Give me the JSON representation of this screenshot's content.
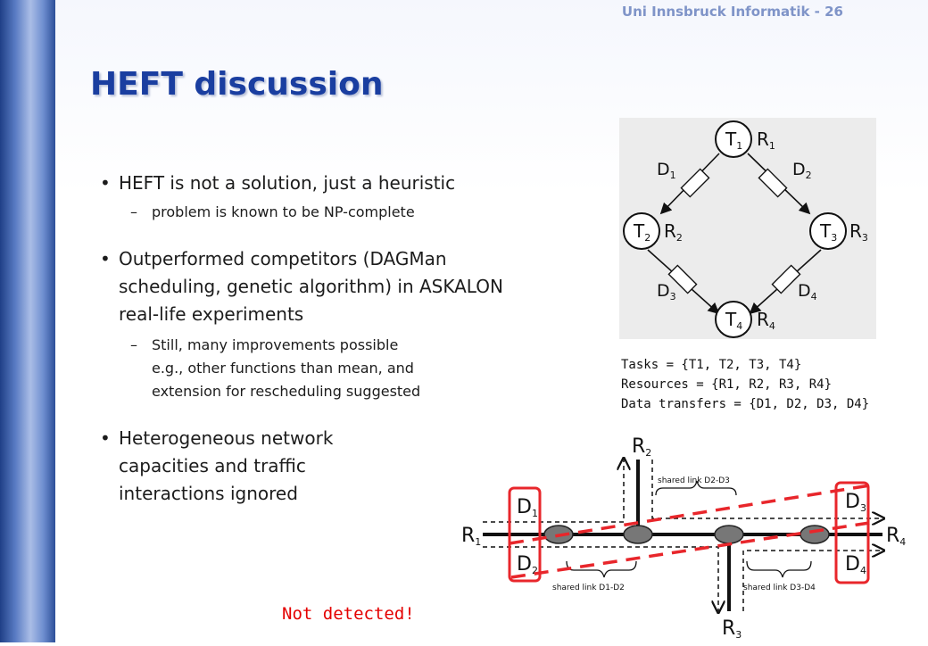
{
  "header": {
    "note": "Uni Innsbruck Informatik - 26"
  },
  "slide": {
    "title": "HEFT discussion",
    "bullets": [
      {
        "lines": [
          "HEFT is not a solution, just a heuristic"
        ],
        "sub": [
          {
            "lines": [
              "problem is known to be NP-complete"
            ]
          }
        ]
      },
      {
        "lines": [
          "Outperformed competitors (DAGMan",
          "scheduling, genetic algorithm) in ASKALON",
          "real-life experiments"
        ],
        "sub": [
          {
            "lines": [
              "Still, many improvements possible",
              "e.g., other functions than mean, and",
              "extension for rescheduling suggested"
            ]
          }
        ]
      },
      {
        "lines": [
          "Heterogeneous network",
          "capacities and traffic",
          "interactions ignored"
        ],
        "sub": []
      }
    ]
  },
  "task_info": {
    "lines": [
      "Tasks = {T1, T2, T3, T4}",
      "Resources = {R1, R2, R3, R4}",
      "Data transfers = {D1, D2, D3, D4}"
    ]
  },
  "annotation": {
    "text": "Not detected!",
    "color": "#e40000"
  },
  "workflow_diagram": {
    "nodes": [
      {
        "task": "T",
        "task_sub": "1",
        "res": "R",
        "res_sub": "1"
      },
      {
        "task": "T",
        "task_sub": "2",
        "res": "R",
        "res_sub": "2"
      },
      {
        "task": "T",
        "task_sub": "3",
        "res": "R",
        "res_sub": "3"
      },
      {
        "task": "T",
        "task_sub": "4",
        "res": "R",
        "res_sub": "4"
      }
    ],
    "edges": [
      {
        "label": "D",
        "label_sub": "1"
      },
      {
        "label": "D",
        "label_sub": "2"
      },
      {
        "label": "D",
        "label_sub": "3"
      },
      {
        "label": "D",
        "label_sub": "4"
      }
    ]
  },
  "network_diagram": {
    "resources": [
      {
        "label": "R",
        "sub": "1"
      },
      {
        "label": "R",
        "sub": "2"
      },
      {
        "label": "R",
        "sub": "3"
      },
      {
        "label": "R",
        "sub": "4"
      }
    ],
    "transfers": [
      {
        "label": "D",
        "sub": "1"
      },
      {
        "label": "D",
        "sub": "2"
      },
      {
        "label": "D",
        "sub": "3"
      },
      {
        "label": "D",
        "sub": "4"
      }
    ],
    "shared_links": [
      "shared link D2-D3",
      "shared link D1-D2",
      "shared link D3-D4"
    ],
    "highlight_color": "#e8262b"
  }
}
